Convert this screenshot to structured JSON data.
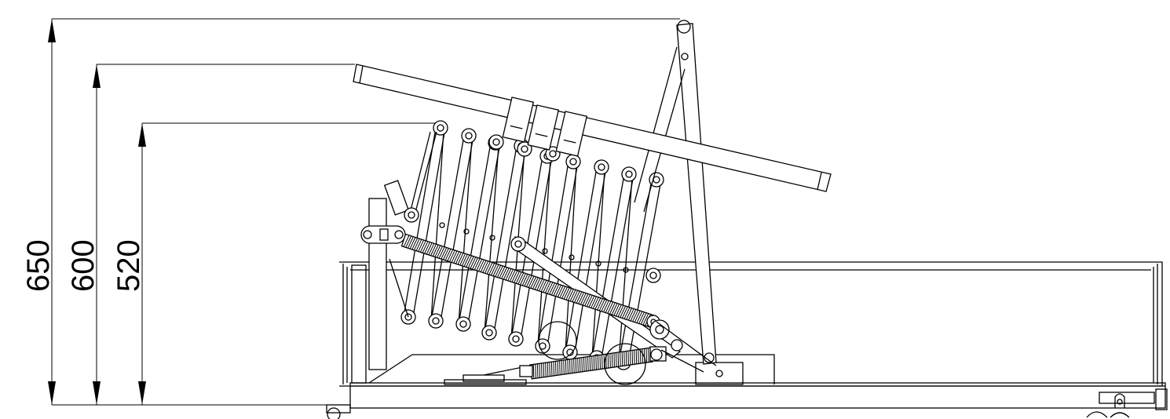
{
  "drawing": {
    "dimensions": [
      {
        "label": "650",
        "value": 650
      },
      {
        "label": "600",
        "value": 600
      },
      {
        "label": "520",
        "value": 520
      }
    ],
    "colors": {
      "line": "#000000",
      "background": "#ffffff"
    }
  }
}
